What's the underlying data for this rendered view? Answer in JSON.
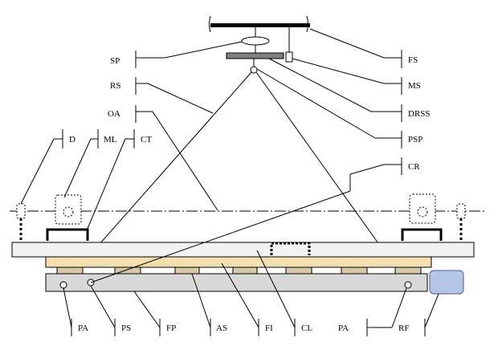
{
  "labels": {
    "SP": "SP",
    "RS": "RS",
    "OA": "OA",
    "D": "D",
    "ML": "ML",
    "CT": "CT",
    "FS": "FS",
    "MS": "MS",
    "DRSS": "DRSS",
    "PSP": "PSP",
    "CR": "CR",
    "PA_left": "PA",
    "PS": "PS",
    "FP": "FP",
    "AS": "AS",
    "FI": "FI",
    "CL": "CL",
    "PA_right": "PA",
    "RF": "RF"
  },
  "colors": {
    "table_top": "#f2f2f2",
    "wood_board": "#f3dfb0",
    "pad_block": "#d8c8a8",
    "plate": "#d9d9d9",
    "detector_box": "#b4c6e7",
    "detector_box_stroke": "#4a5f8a",
    "line": "#000000"
  }
}
